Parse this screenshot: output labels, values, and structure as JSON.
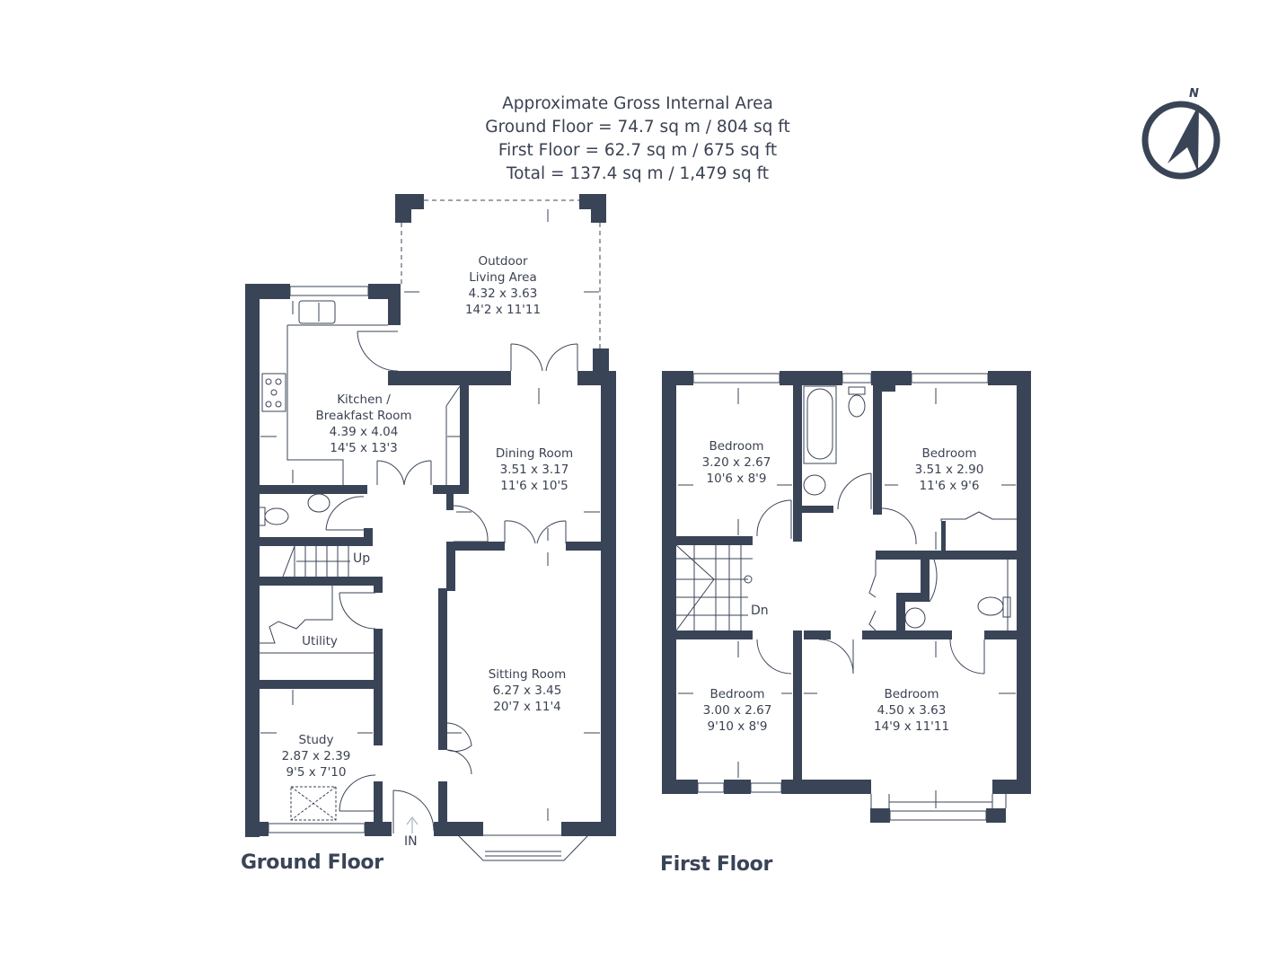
{
  "area_summary": {
    "heading": "Approximate Gross Internal Area",
    "ground_floor": "Ground Floor = 74.7 sq m / 804 sq ft",
    "first_floor": "First Floor = 62.7 sq m / 675 sq ft",
    "total": "Total = 137.4 sq m / 1,479 sq ft"
  },
  "compass": {
    "label": "N",
    "icon": "north-arrow-icon"
  },
  "colors": {
    "wall": "#3a4457",
    "text": "#3b4252",
    "background": "#ffffff"
  },
  "ground_floor": {
    "title": "Ground Floor",
    "entrance_label": "IN",
    "stairs_label": "Up",
    "rooms": [
      {
        "name": "Outdoor\nLiving Area",
        "line1": "Outdoor",
        "line2": "Living Area",
        "metric": "4.32 x 3.63",
        "imperial": "14'2 x 11'11"
      },
      {
        "line1": "Kitchen /",
        "line2": "Breakfast Room",
        "metric": "4.39 x 4.04",
        "imperial": "14'5 x 13'3"
      },
      {
        "line1": "Dining Room",
        "metric": "3.51 x 3.17",
        "imperial": "11'6 x 10'5"
      },
      {
        "line1": "Sitting Room",
        "metric": "6.27 x 3.45",
        "imperial": "20'7 x 11'4"
      },
      {
        "line1": "Study",
        "metric": "2.87 x 2.39",
        "imperial": "9'5 x 7'10"
      },
      {
        "line1": "Utility"
      }
    ]
  },
  "first_floor": {
    "title": "First Floor",
    "stairs_label": "Dn",
    "rooms": [
      {
        "line1": "Bedroom",
        "metric": "3.20 x 2.67",
        "imperial": "10'6 x 8'9"
      },
      {
        "line1": "Bedroom",
        "metric": "3.51 x 2.90",
        "imperial": "11'6 x 9'6"
      },
      {
        "line1": "Bedroom",
        "metric": "3.00 x 2.67",
        "imperial": "9'10 x 8'9"
      },
      {
        "line1": "Bedroom",
        "metric": "4.50 x 3.63",
        "imperial": "14'9 x 11'11"
      }
    ]
  }
}
